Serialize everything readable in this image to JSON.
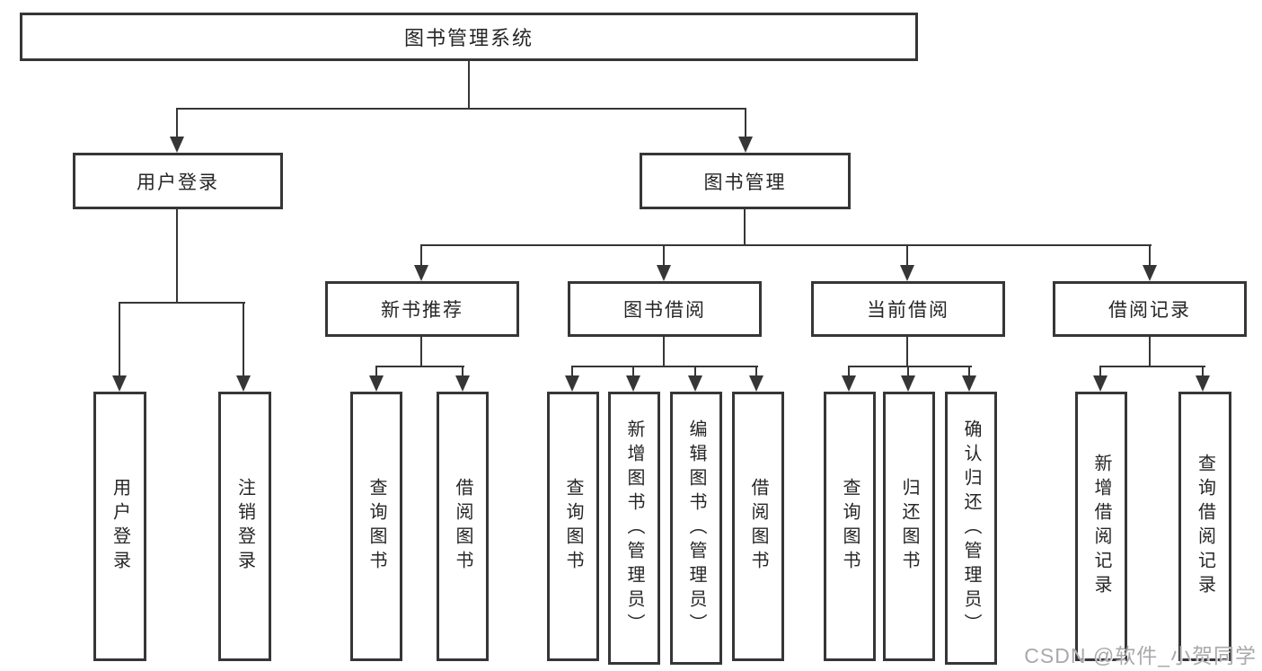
{
  "tree": {
    "root": "图书管理系统",
    "branches": [
      {
        "label": "用户登录",
        "children": [
          "用户登录",
          "注销登录"
        ]
      },
      {
        "label": "图书管理",
        "sections": [
          {
            "label": "新书推荐",
            "children": [
              "查询图书",
              "借阅图书"
            ]
          },
          {
            "label": "图书借阅",
            "children": [
              "查询图书",
              "新增图书（管理员）",
              "编辑图书（管理员）",
              "借阅图书"
            ]
          },
          {
            "label": "当前借阅",
            "children": [
              "查询图书",
              "归还图书",
              "确认归还（管理员）"
            ]
          },
          {
            "label": "借阅记录",
            "children": [
              "新增借阅记录",
              "查询借阅记录"
            ]
          }
        ]
      }
    ]
  },
  "watermark": "CSDN @软件_小贺同学",
  "colors": {
    "line": "#363636",
    "text": "#262626",
    "bg": "#ffffff",
    "watermark": "#a9a9a9"
  }
}
